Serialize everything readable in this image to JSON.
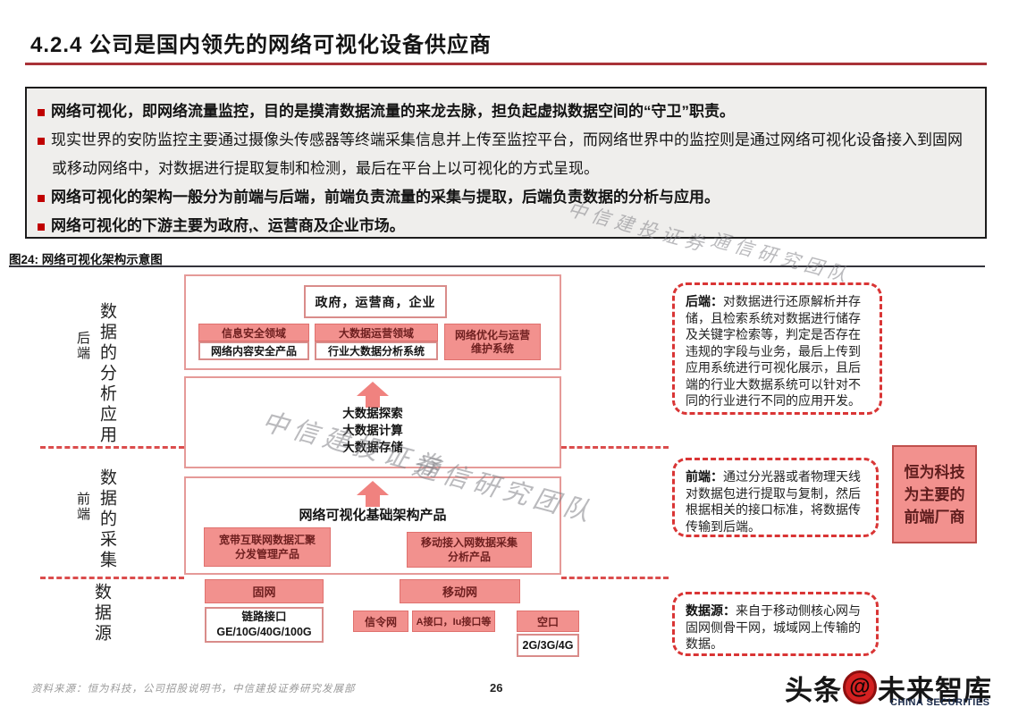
{
  "page": {
    "title": "4.2.4 公司是国内领先的网络可视化设备供应商",
    "page_number": "26",
    "source_note": "资料来源：恒为科技，公司招股说明书，中信建投证券研究发展部",
    "watermark_line1": "中信建投证券",
    "watermark_line2": "通信研究团队",
    "logo": {
      "prefix": "头条",
      "at": "@",
      "name": "未来智库",
      "subtitle": "CHINA SECURITIES"
    }
  },
  "summary": {
    "bullets": [
      {
        "text": "网络可视化，即网络流量监控，目的是摸清数据流量的来龙去脉，担负起虚拟数据空间的“守卫”职责。"
      },
      {
        "text": "现实世界的安防监控主要通过摄像头传感器等终端采集信息并上传至监控平台，而网络世界中的监控则是通过网络可视化设备接入到固网或移动网络中，对数据进行提取复制和检测，最后在平台上以可视化的方式呈现。"
      },
      {
        "text": "网络可视化的架构一般分为前端与后端，前端负责流量的采集与提取，后端负责数据的分析与应用。"
      },
      {
        "text": "网络可视化的下游主要为政府,、运营商及企业市场。"
      }
    ]
  },
  "figure": {
    "caption": "图24: 网络可视化架构示意图",
    "left_labels": {
      "backend_stage": "后端",
      "backend_desc": "数据的分析应用",
      "frontend_stage": "前端",
      "frontend_desc": "数据的采集",
      "source_desc": "数据源"
    },
    "top_box": {
      "customers": "政府，运营商，企业",
      "group1_header": "信息安全领域",
      "group1_body": "网络内容安全产品",
      "group2_header": "大数据运营领域",
      "group2_body": "行业大数据分析系统",
      "group3": "网络优化与运营\n维护系统"
    },
    "middle_box": {
      "lines": "大数据探索\n大数据计算\n大数据存储"
    },
    "front_box": {
      "title": "网络可视化基础架构产品",
      "product1": "宽带互联网数据汇聚\n分发管理产品",
      "product2": "移动接入网数据采集\n分析产品"
    },
    "source_row": {
      "fixed_net": "固网",
      "mobile_net": "移动网",
      "link_interface": "链路接口\nGE/10G/40G/100G",
      "signaling_net": "信令网",
      "a_iu_interface": "A接口，Iu接口等",
      "air_interface": "空口",
      "air_tech": "2G/3G/4G"
    },
    "annotations": {
      "backend": {
        "label": "后端：",
        "text": "对数据进行还原解析并存储，且检索系统对数据进行储存及关键字检索等，判定是否存在违规的字段与业务，最后上传到应用系统进行可视化展示，且后端的行业大数据系统可以针对不同的行业进行不同的应用开发。"
      },
      "frontend": {
        "label": "前端：",
        "text": "通过分光器或者物理天线对数据包进行提取与复制，然后根据相关的接口标准，将数据传传输到后端。"
      },
      "datasource": {
        "label": "数据源：",
        "text": "来自于移动侧核心网与固网侧骨干网，城域网上传输的数据。"
      },
      "vendor_highlight": "恒为科技\n为主要的\n前端厂商"
    }
  },
  "colors": {
    "accent_red": "#a93238",
    "pink_fill": "#f2918e",
    "pink_border": "#e0716e",
    "dashed_red": "#d93535",
    "bullet_red": "#c00000"
  }
}
